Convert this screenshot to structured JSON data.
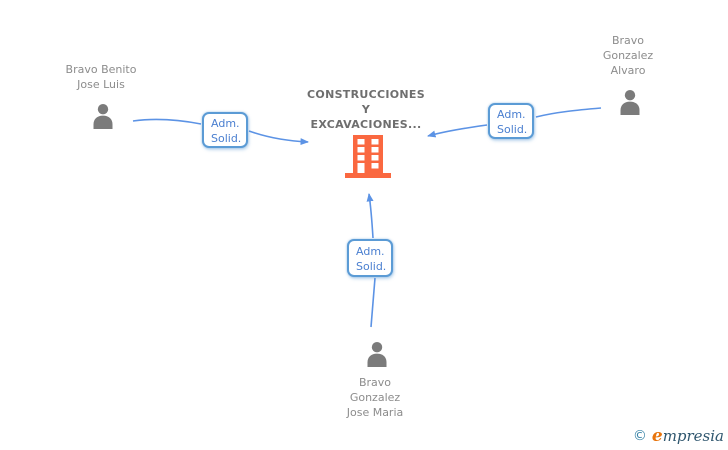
{
  "colors": {
    "line-blue": "#5C93E5",
    "box-border": "#5B9BD5",
    "box-text": "#4A7FD0",
    "person-gray": "#7B7B7B",
    "name-gray": "#8C8C8C",
    "company-gray": "#6E6E6E",
    "building-orange": "#FA6840",
    "logo-copyright-blue": "#3A85A8",
    "logo-e-orange": "#E8740C",
    "logo-text-navy": "#2F566E",
    "background": "#FFFFFF"
  },
  "company": {
    "name_line1": "CONSTRUCCIONES",
    "name_line2": "Y",
    "name_line3": "EXCAVACIONES..."
  },
  "people": {
    "left": {
      "line1": "Bravo Benito",
      "line2": "Jose Luis"
    },
    "right": {
      "line1": "Bravo",
      "line2": "Gonzalez",
      "line3": "Alvaro"
    },
    "bottom": {
      "line1": "Bravo",
      "line2": "Gonzalez",
      "line3": "Jose Maria"
    }
  },
  "relationships": {
    "left": {
      "line1": "Adm.",
      "line2": "Solid.",
      "from": "Bravo Benito Jose Luis",
      "to": "CONSTRUCCIONES Y EXCAVACIONES..."
    },
    "right": {
      "line1": "Adm.",
      "line2": "Solid.",
      "from": "Bravo Gonzalez Alvaro",
      "to": "CONSTRUCCIONES Y EXCAVACIONES..."
    },
    "bottom": {
      "line1": "Adm.",
      "line2": "Solid.",
      "from": "Bravo Gonzalez Jose Maria",
      "to": "CONSTRUCCIONES Y EXCAVACIONES..."
    }
  },
  "branding": {
    "copyright": "©",
    "logo_first_letter": "e",
    "logo_rest": "mpresia"
  }
}
